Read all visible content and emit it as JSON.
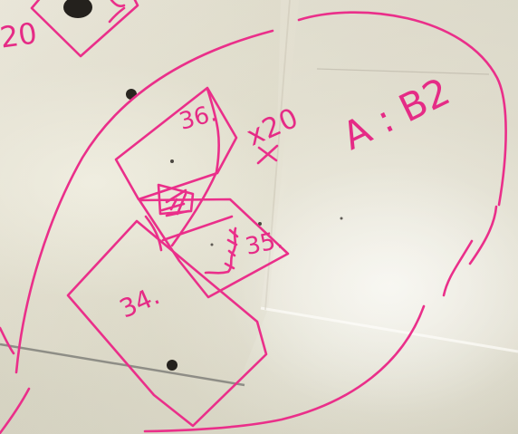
{
  "handwritten": {
    "zone_label": "A : B2",
    "multiplier": "x20",
    "top_fragment": "20",
    "square_36": "36.",
    "square_35": "35.",
    "square_34": "34."
  },
  "colors": {
    "marker": "#ea2f8a",
    "paper": "#e6e2d1",
    "shadow": "#686a66",
    "dot": "#26231f"
  }
}
